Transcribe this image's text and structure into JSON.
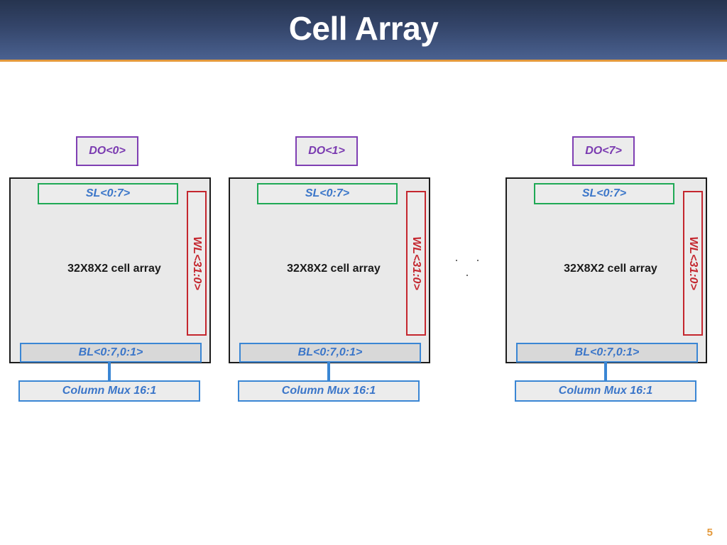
{
  "slide": {
    "title": "Cell Array",
    "page_number": "5",
    "ellipsis": ". . ."
  },
  "blocks": [
    {
      "do_label": "DO<0>",
      "sl_label": "SL<0:7>",
      "wl_label": "WL<31:0>",
      "array_label": "32X8X2 cell array",
      "bl_label": "BL<0:7,0:1>",
      "mux_label": "Column Mux 16:1"
    },
    {
      "do_label": "DO<1>",
      "sl_label": "SL<0:7>",
      "wl_label": "WL<31:0>",
      "array_label": "32X8X2 cell array",
      "bl_label": "BL<0:7,0:1>",
      "mux_label": "Column Mux 16:1"
    },
    {
      "do_label": "DO<7>",
      "sl_label": "SL<0:7>",
      "wl_label": "WL<31:0>",
      "array_label": "32X8X2 cell array",
      "bl_label": "BL<0:7,0:1>",
      "mux_label": "Column Mux 16:1"
    }
  ],
  "colors": {
    "header": "#34456a",
    "accent": "#e49a3c",
    "do_border": "#7f3fb3",
    "sl_border": "#1fa955",
    "wl_border": "#c4262e",
    "bl_border": "#3a86d4"
  }
}
